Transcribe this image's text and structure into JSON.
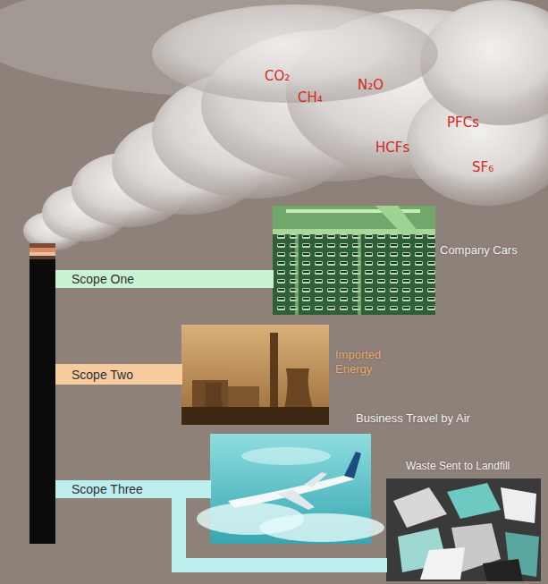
{
  "diagram": {
    "nodes": [
      {
        "text": [
          "Scope One"
        ]
      },
      {
        "text": [
          "Company Cars"
        ]
      },
      {
        "text": [
          "Scope Two"
        ]
      },
      {
        "text": [
          "Imported Energy"
        ]
      },
      {
        "text": [
          "Scope Three"
        ]
      },
      {
        "text": [
          "Business Travel by Air"
        ]
      },
      {
        "text": [
          "Waste Sent to Landfill"
        ]
      }
    ],
    "edges": [
      {
        "from": 0,
        "to": 1,
        "arrow": "none"
      },
      {
        "from": 2,
        "to": 3,
        "arrow": "none"
      },
      {
        "from": 4,
        "to": 5,
        "arrow": "none"
      },
      {
        "from": 4,
        "to": 6,
        "arrow": "none"
      }
    ],
    "labels": [
      "CO₂",
      "N₂O",
      "CH₄",
      "HCFs",
      "PFCs",
      "SF₆"
    ]
  }
}
